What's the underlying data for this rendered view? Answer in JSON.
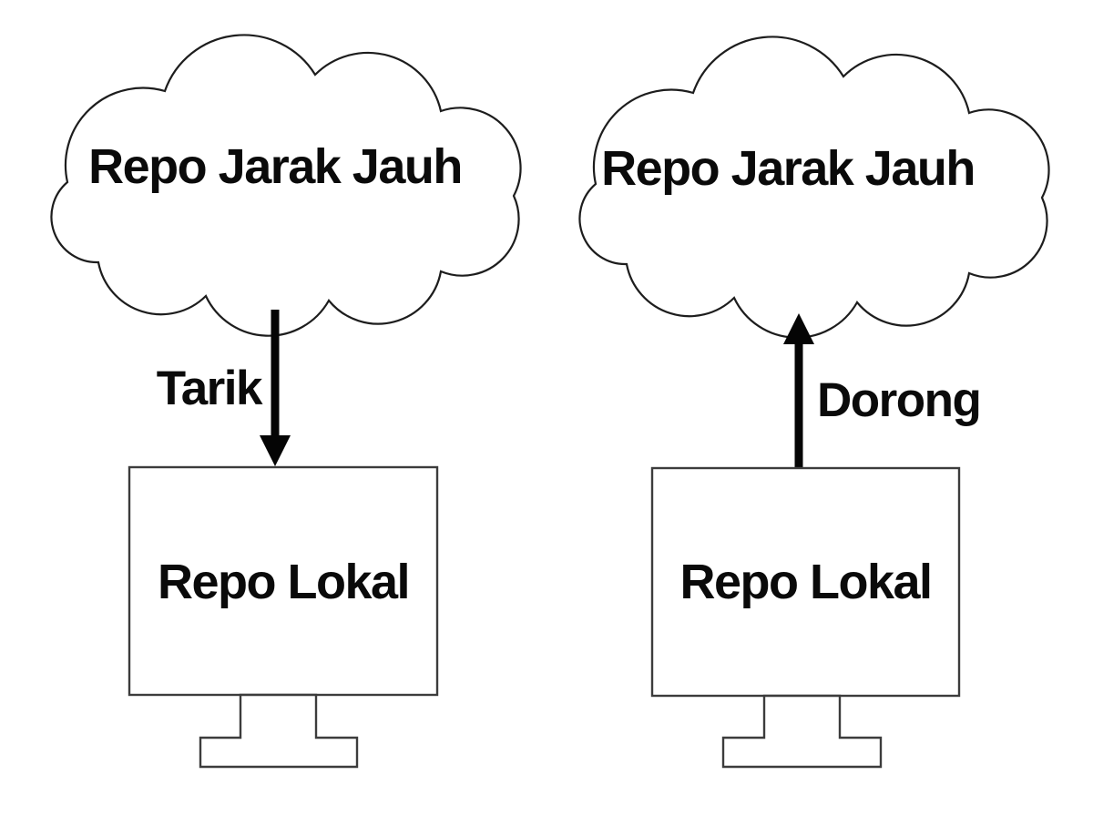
{
  "diagram": {
    "title": "Git pull / push diagram",
    "background_color": "#ffffff",
    "outline_color": "#1d1d1d",
    "monitor_outline_color": "#3c3c3c",
    "arrow_color": "#050505",
    "text_color": "#0a0a0a",
    "panels": [
      {
        "id": "pull-side",
        "cloud_label": "Repo Jarak Jauh",
        "arrow_label": "Tarik",
        "arrow_direction": "down",
        "computer_label": "Repo Lokal"
      },
      {
        "id": "push-side",
        "cloud_label": "Repo Jarak Jauh",
        "arrow_label": "Dorong",
        "arrow_direction": "up",
        "computer_label": "Repo Lokal"
      }
    ]
  }
}
